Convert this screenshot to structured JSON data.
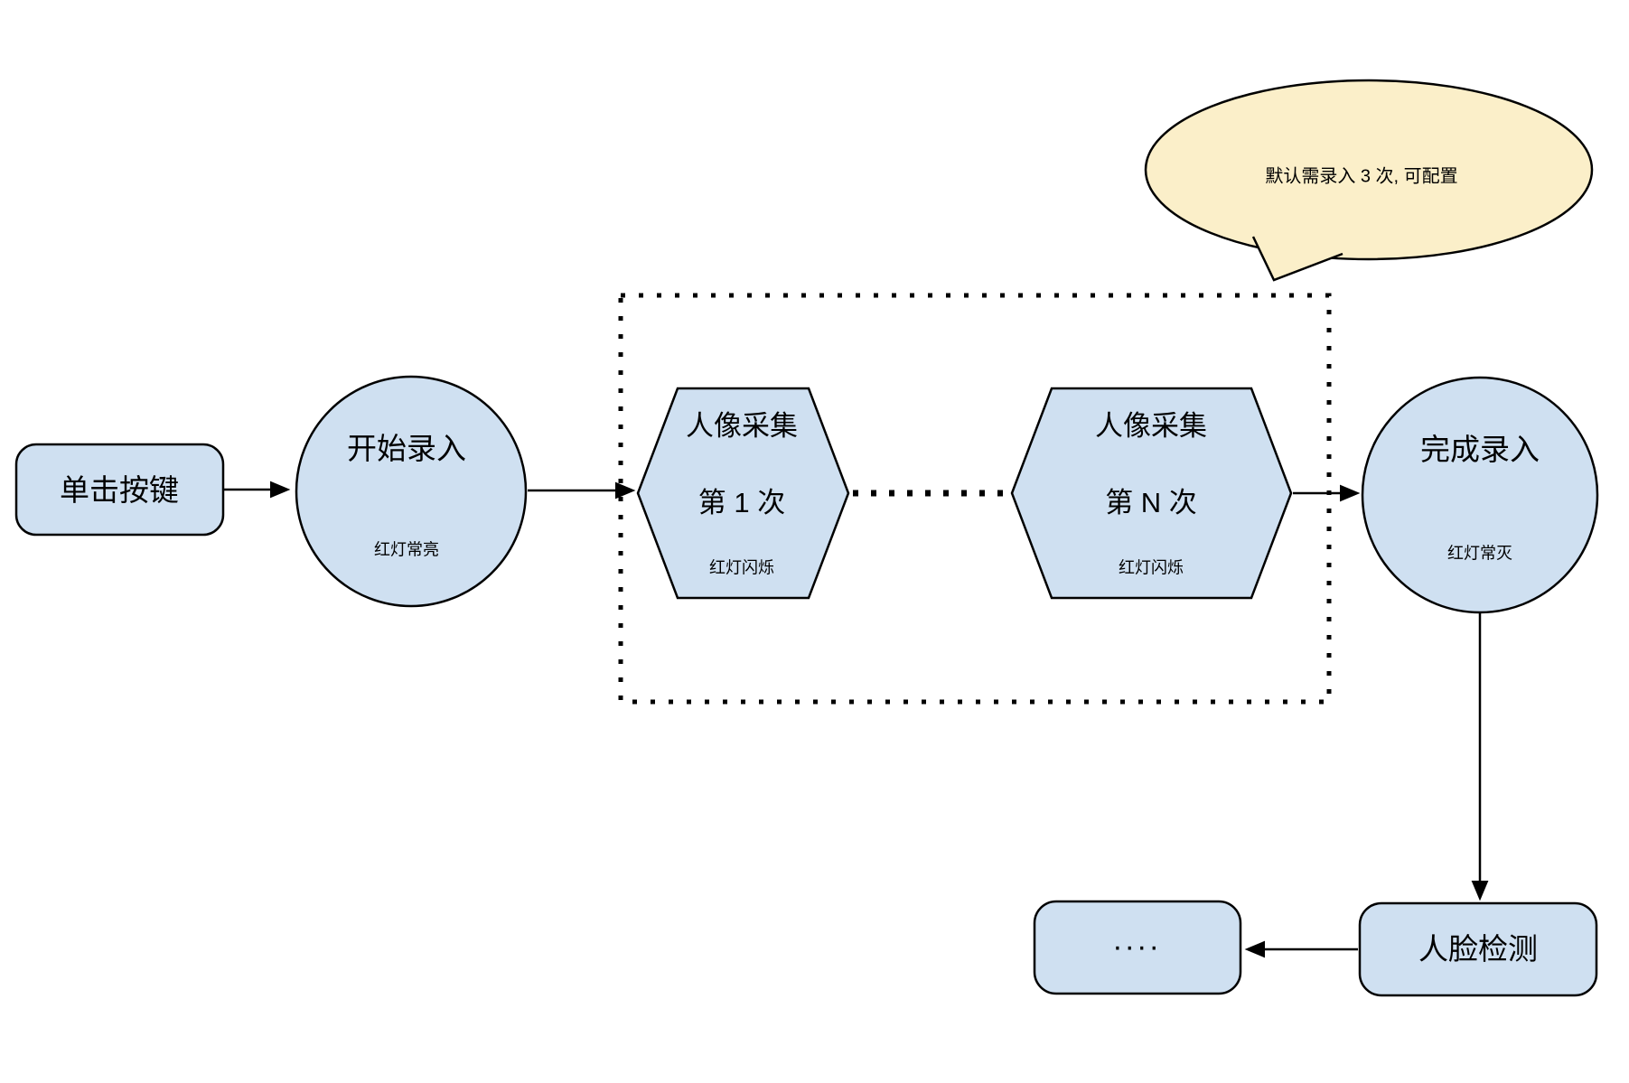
{
  "diagram": {
    "colors": {
      "node_fill": "#cfe0f1",
      "node_border": "#000000",
      "callout_fill": "#fbefc9",
      "background": "#ffffff"
    },
    "nodes": {
      "click_button": {
        "label": "单击按键"
      },
      "start_enroll": {
        "title": "开始录入",
        "subtitle": "红灯常亮"
      },
      "capture_first": {
        "line1": "人像采集",
        "line2": "第 1 次",
        "subtitle": "红灯闪烁"
      },
      "capture_nth": {
        "line1": "人像采集",
        "line2": "第 N 次",
        "subtitle": "红灯闪烁"
      },
      "finish_enroll": {
        "title": "完成录入",
        "subtitle": "红灯常灭"
      },
      "face_detect": {
        "label": "人脸检测"
      },
      "more_steps": {
        "label": "...."
      }
    },
    "callout": {
      "text": "默认需录入 3 次, 可配置"
    }
  }
}
